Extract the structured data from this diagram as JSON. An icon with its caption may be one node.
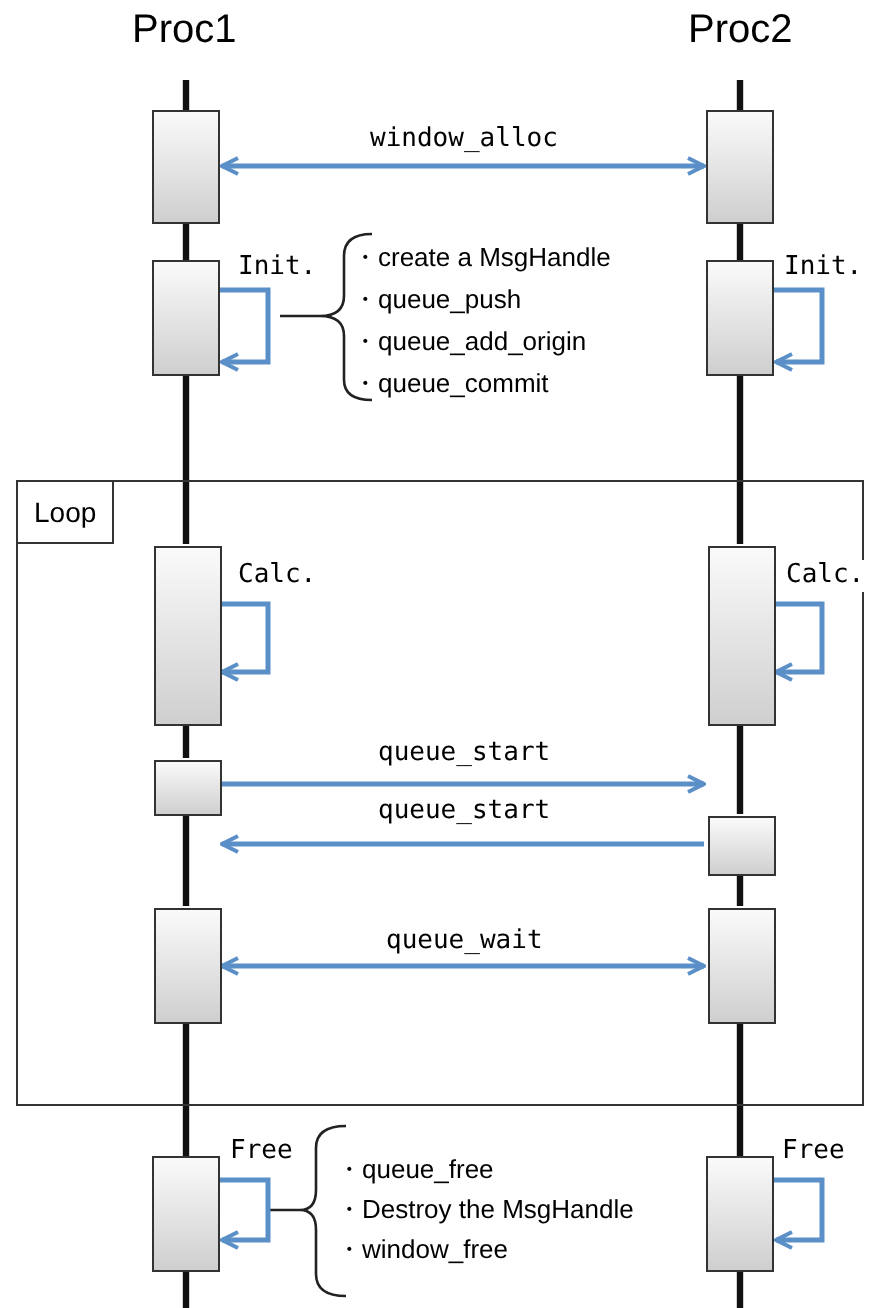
{
  "diagram": {
    "nodes": [
      {
        "text": [
          "Loop"
        ]
      },
      {
        "text": [],
        "shape": "box"
      },
      {
        "text": [],
        "shape": "box"
      },
      {
        "text": [],
        "shape": "box"
      },
      {
        "text": [],
        "shape": "box"
      },
      {
        "text": [],
        "shape": "box",
        "in": 0
      },
      {
        "text": [],
        "shape": "box",
        "in": 0
      },
      {
        "text": [],
        "shape": "box",
        "in": 0
      },
      {
        "text": [],
        "shape": "box",
        "in": 0
      },
      {
        "text": [],
        "shape": "box",
        "in": 0
      },
      {
        "text": [],
        "shape": "box",
        "in": 0
      },
      {
        "text": [],
        "shape": "box"
      },
      {
        "text": [],
        "shape": "box"
      }
    ],
    "edges": [
      {
        "from": 1,
        "to": 2,
        "arrow": "both",
        "label": "window_alloc",
        "color": "#5b8fc7"
      },
      {
        "from": 3,
        "to": 3,
        "arrow": "to",
        "label": "Init.",
        "color": "#5b8fc7"
      },
      {
        "from": 4,
        "to": 4,
        "arrow": "to",
        "label": "Init.",
        "color": "#5b8fc7"
      },
      {
        "from": 5,
        "to": 5,
        "arrow": "to",
        "label": "Calc.",
        "color": "#5b8fc7"
      },
      {
        "from": 6,
        "to": 6,
        "arrow": "to",
        "label": "Calc.",
        "color": "#5b8fc7"
      },
      {
        "from": 7,
        "to": 8,
        "arrow": "to",
        "label": "queue_start",
        "color": "#5b8fc7"
      },
      {
        "from": 8,
        "to": 7,
        "arrow": "to",
        "label": "queue_start",
        "color": "#5b8fc7"
      },
      {
        "from": 9,
        "to": 10,
        "arrow": "both",
        "label": "queue_wait",
        "color": "#5b8fc7"
      },
      {
        "from": 11,
        "to": 11,
        "arrow": "to",
        "label": "Free",
        "color": "#5b8fc7"
      },
      {
        "from": 12,
        "to": 12,
        "arrow": "to",
        "label": "Free",
        "color": "#5b8fc7"
      },
      {
        "from": null,
        "to": 1,
        "arrow": "none"
      },
      {
        "from": 1,
        "to": 3,
        "arrow": "none"
      },
      {
        "from": 3,
        "to": 5,
        "arrow": "none"
      },
      {
        "from": 5,
        "to": 7,
        "arrow": "none"
      },
      {
        "from": 7,
        "to": 9,
        "arrow": "none"
      },
      {
        "from": 9,
        "to": 11,
        "arrow": "none"
      },
      {
        "from": 11,
        "to": null,
        "arrow": "none"
      },
      {
        "from": null,
        "to": 2,
        "arrow": "none"
      },
      {
        "from": 2,
        "to": 4,
        "arrow": "none"
      },
      {
        "from": 4,
        "to": 6,
        "arrow": "none"
      },
      {
        "from": 6,
        "to": 8,
        "arrow": "none"
      },
      {
        "from": 8,
        "to": 10,
        "arrow": "none"
      },
      {
        "from": 10,
        "to": 12,
        "arrow": "none"
      },
      {
        "from": 12,
        "to": null,
        "arrow": "none"
      }
    ],
    "labels": [
      "Proc1",
      "Proc2",
      "・create a MsgHandle",
      "・queue_push",
      "・queue_add_origin",
      "・queue_commit",
      "・queue_free",
      "・Destroy the MsgHandle",
      "・window_free"
    ]
  }
}
